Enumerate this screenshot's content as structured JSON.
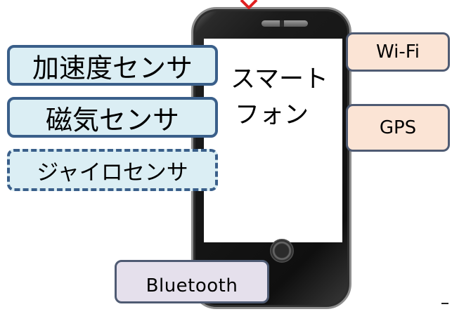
{
  "phone": {
    "label_line1": "スマート",
    "label_line2": "フォン"
  },
  "sensors": {
    "accelerometer": "加速度センサ",
    "magnetometer": "磁気センサ",
    "gyroscope": "ジャイロセンサ"
  },
  "radios": {
    "wifi": "Wi-Fi",
    "gps": "GPS",
    "bluetooth": "Bluetooth"
  },
  "colors": {
    "sensor_fill": "#dbeef4",
    "sensor_border": "#3a5f8a",
    "radio_fill": "#fbe4d5",
    "radio_border": "#4f5b73",
    "bluetooth_fill": "#e5e0ec",
    "phone_body": "#1b1b1b",
    "arrow": "#e02020"
  },
  "icons": {
    "phone": "smartphone-icon",
    "home_button": "home-button-icon",
    "speaker": "speaker-slot-icon",
    "arrow": "arrow-tip-icon"
  }
}
